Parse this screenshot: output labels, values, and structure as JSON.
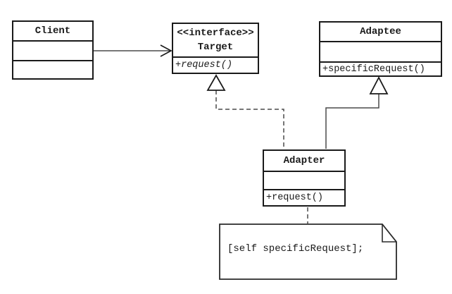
{
  "classes": {
    "client": {
      "name": "Client"
    },
    "target": {
      "stereotype": "<<interface>>",
      "name": "Target",
      "operation": "+request()"
    },
    "adaptee": {
      "name": "Adaptee",
      "operation": "+specificRequest()"
    },
    "adapter": {
      "name": "Adapter",
      "operation": "+request()"
    }
  },
  "note": {
    "text": "[self specificRequest];"
  },
  "relationships": [
    {
      "from": "Client",
      "to": "Target",
      "type": "association"
    },
    {
      "from": "Adapter",
      "to": "Target",
      "type": "realization"
    },
    {
      "from": "Adapter",
      "to": "Adaptee",
      "type": "generalization"
    },
    {
      "from": "Adapter",
      "to": "note",
      "type": "anchor"
    }
  ],
  "colors": {
    "background": "#ffffff",
    "box_border": "#1a1a1a",
    "connector": "#4a4a4a",
    "text": "#1a1a1a"
  }
}
